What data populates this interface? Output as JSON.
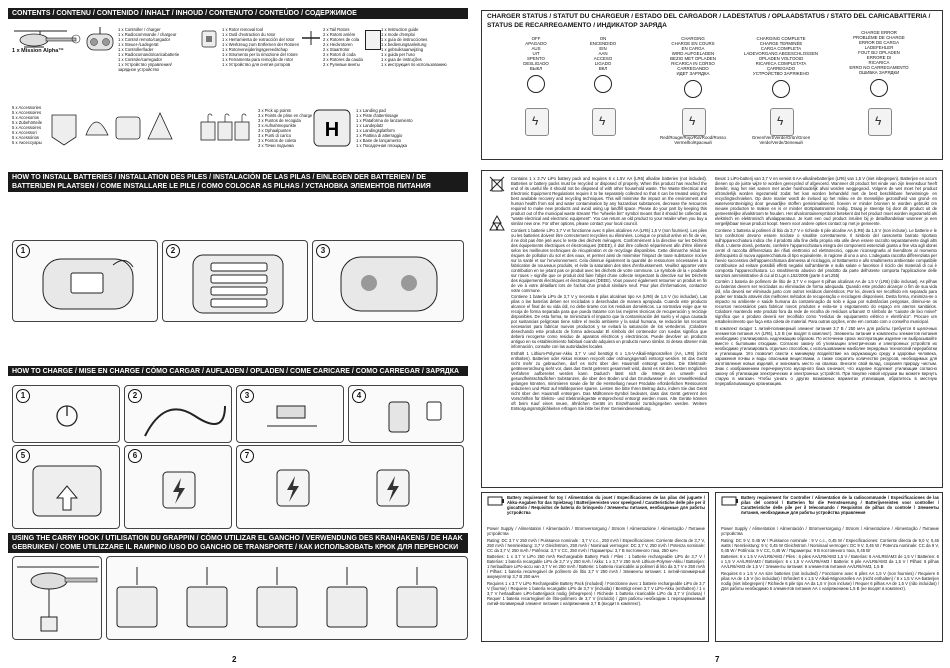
{
  "left": {
    "contents_header": "CONTENTS / CONTENU / CONTENIDO / INHALT / INHOUD / CONTENUTO / CONTEÚDO / СОДЕРЖИМОЕ",
    "heli_label": "1 x Mission Alpha™",
    "contents_col1": [
      "1 x Controller / charger",
      "1 x Radiocommande / chargeur",
      "1 x Control remoto/cargador",
      "1 x Steuer-/Ladegerät",
      "1 x Controller/lader",
      "1 x Radiocomando/caricabatterie",
      "1 x Controle/carregador",
      "1 x Устройство управления/",
      "зарядное устройство"
    ],
    "contents_col2": [
      "1 x Rotor removal tool",
      "1 x Outil d'extraction du rotor",
      "1 x Herramienta de extracción del rotor",
      "1 x Werkzeug zum Entfernen der Rotoren",
      "1 x Rotorverwijderingsgereedschap",
      "1 x Strumento per la rimozione del rotore",
      "1 x Ferramenta para remoção de rotor",
      "1 x Устройство для снятия роторов"
    ],
    "contents_col3": [
      "2 x Tail Rotors",
      "2 x Rotors arrière",
      "2 x Rotores de cola",
      "2 x Heckrotoren",
      "2 x Staartrotor",
      "2 x Rotori di coda",
      "2 x Rotores da cauda",
      "2 x Рулевые винты"
    ],
    "contents_col4": [
      "1 x Instruction guide",
      "1 x mode d'emploi",
      "1 x guía de instrucciones",
      "1 x bedienungsanleitung",
      "1 x gebruiksaanwijzing",
      "1 x guida per l'uso",
      "1 x guia de instruções",
      "1 x инструкция по использованию"
    ],
    "accessories": [
      "5 x Accessories",
      "5 x Accessoires",
      "5 x Accesorios",
      "5 x Zubehörteile",
      "5 x Accessoires",
      "5 x Accessori",
      "5 x Acessórios",
      "5 x Аксессуары"
    ],
    "pickup": [
      "3 x Pick up points",
      "3 x Points de prise en charge",
      "3 x Puntos de recogida",
      "3 x Aufnahmepunkte",
      "3 x Ophaalpunten",
      "3 x Punti di carico",
      "3 x Pontos de coleta",
      "3 x Точки подъема"
    ],
    "landing": [
      "1 x Landing pad",
      "1 x Piste d'atterrissage",
      "1 x Plataforma de lanzamiento",
      "1 x Landeplatz",
      "1 x Landingsplatform",
      "1 x Piattina di atterraggio",
      "1 x Base de lançamento",
      "1 x Посадочная площадка"
    ],
    "batteries_header": "HOW TO INSTALL BATTERIES / INSTALLATION DES PILES / INSTALACIÓN DE LAS PILAS / EINLEGEN DER BATTERIEN / DE BATTERIJEN PLAATSEN / COME INSTALLARE LE PILE / COMO COLOCAR AS PILHAS / УСТАНОВКА ЭЛЕМЕНТОВ ПИТАНИЯ",
    "charge_header": "HOW TO CHARGE / MISE EN CHARGE / CÓMO CARGAR / AUFLADEN / OPLADEN / COME CARICARE / COMO CARREGAR / ЗАРЯДКА ИГРУШКИ",
    "hook_header": "USING THE CARRY HOOK / UTILISATION DU GRAPPIN / CÓMO UTILIZAR EL GANCHO / VERWENDUNG DES KRANHAKENS / DE HAAK GEBRUIKEN / COME UTILIZZARE IL RAMPINO /USO DO GANCHO DE TRANSPORTE / КАК ИСПОЛЬЗОВАТЬ КРЮК ДЛЯ ПЕРЕНОСКИ",
    "step_numbers": [
      "1",
      "2",
      "3"
    ],
    "charge_steps": [
      "1",
      "2",
      "3",
      "4",
      "5",
      "6",
      "7"
    ],
    "page_number": "2"
  },
  "right": {
    "status_header": "CHARGER STATUS / STATUT DU CHARGEUR / ESTADO DEL CARGADOR / LADESTATUS / OPLAADSTATUS / STATO DEL CARICABATTERIA / STATUS DE RECARREGAMENTO / ИНДИКАТОР ЗАРЯДА",
    "status_off": [
      "OFF",
      "APAGADO",
      "AUS",
      "UIT",
      "SPENTO",
      "DESLIGADO",
      "ВЫКЛ"
    ],
    "status_on": [
      "ON",
      "ENCENDIDO",
      "EIN",
      "AAN",
      "ACCESO",
      "LIGADO",
      "ВКЛ"
    ],
    "status_charging": [
      "CHARGING",
      "CHARGE EN COURS",
      "EN CARGA",
      "WIRD AUFGELADEN",
      "BEZIG MET OPLADEN",
      "RICARICA IN CORSO",
      "CARREGANDO",
      "ИДЕТ ЗАРЯДКА"
    ],
    "status_complete": [
      "CHARGING COMPLETE",
      "CHARGE TERMINÉE",
      "CARGA COMPLETA",
      "LADEVORGANG ABGESCHLOSSEN",
      "OPLADEN VOLTOOID",
      "RICARICA COMPLETATA",
      "CARREGADO",
      "УСТРОЙСТВО ЗАРЯЖЕНО"
    ],
    "status_error": [
      "CHARGE ERROR",
      "PROBLÈME DE CHARGE",
      "ERROR DE CARGA",
      "LADEFEHLER",
      "FOUT BIJ OPLADEN",
      "ERRORE DI",
      "RICARICA",
      "ERRO NO CARREGAMENTO",
      "ОШИБКА ЗАРЯДКИ"
    ],
    "red_label": "Red/Rouge/Rojo/Rot/Rood/Rosso\nVermelho/Красный",
    "green_label": "Green/Vert/Verde/Grün/Groen\nVerde/Verde/Зеленый",
    "battery_text_left": [
      "Contains 1 x 3.7V LiPo battery pack and requires 6 x 1.5V AA (LR6) alkaline batteries (not included). Batteries or battery packs must be recycled or disposed of properly. When this product has reached the end of its useful life it should not be disposed of with other household waste. The Waste Electrical and Electronic Equipment Regulations require it to be separately collected so that it can be treated using the best available recovery and recycling techniques. This will minimise the impact on the environment and human health from soil and water contamination by any hazardous substances, decrease the resources required to make new products and avoid using up landfill space. Please do your part by keeping this product out of the municipal waste stream! The \"wheelie bin\" symbol means that it should be collected as \"waste electrical and electronic equipment\". You can return an old product to your retailer when you buy a similar new one. For other options, please contact your local council.",
      "Contient 1 batterie LiPo 3,7 V et fonctionne avec 6 piles alcalines AA (LR6) 1,5 V (non fournies). Les piles ou les batteries doivent être correctement recyclées ou éliminées. Lorsque ce produit arrive en fin de vie, il ne doit pas être jeté avec le reste des déchets ménagers. Conformément à la directive sur les Déchets des équipements électriques et électroniques (DEEE), il doit être collecté séparément afin d'être éliminé selon les meilleures techniques de récupération et de recyclage disponibles. Cette démarche réduit les risques de pollution du sol et des eaux, et permet ainsi de minimiser l'impact de toute substance nocive sur la santé et sur l'environnement. Cela diminue également la quantité de ressources nécessaires à la fabrication de nouveaux produits, et évite la saturation des sites d'enfouissement. Veuillez apporter votre contribution en ne jetant pas ce produit avec les déchets de votre commune. Le symbole de la « poubelle sur roues » signifie que ce produit doit faire l'objet d'une collecte respectant la directive sur les Déchets des équipements électriques et électroniques (DEEE). Vous pouvez également retourner un produit en fin de vie à votre détaillant lors de l'achat d'un produit similaire neuf. Pour plus d'informations, contactez votre commune.",
      "Contiene 1 batería LiPo de 3,7 V y necesita 6 pilas alcalinas tipo AA (LR6) de 1,5 V (no incluidas). Las pilas o las baterías deben ser recicladas o desechadas de manera apropiada. Cuando este producto alcance el final de su vida útil, no debe tirarse con los residuos domésticos. La normativa exige que se recoja de forma separada para que pueda tratarse con las mejores técnicas de recuperación y reciclaje disponibles. De esta forma, se minimizará el impacto que la contaminación del suelo y el agua causada por sustancias peligrosas tiene sobre el medio ambiente y la salud humana, se reducirán los recursos necesarios para fabricar nuevos productos y se evitará la saturación de los vertederos. ¡Colabore desechando este producto de forma adecuada! El símbolo del contenedor con ruedas significa que deberá recogerse como residuo de aparatos eléctricos y electrónicos. Puede devolver un producto antiguo en su establecimiento habitual cuando adquiera un producto nuevo similar. Si desea obtener más información, consulte con las autoridades locales.",
      "Enthält 1 Lithium-Polymer-Akku 3,7 V und benötigt 6 x 1,5-V-Alkali-Mignonzellen (AA, LR6) (nicht enthalten). Batterien oder Akkus müssen recycelt oder ordnungsgemäß entsorgt werden. Ist das Gerät nicht mehr zu gebrauchen, darf es nicht über den Hausmüll entsorgt werden. Die Elektroalt- geräteverordnung sieht vor, dass das Gerät getrennt gesammelt wird, damit es mit den besten möglichen Verfahren aufbereitet werden kann. Dadurch lässt sich die Menge an umwelt- und gesundheitsschädlichen Substanzen, die über den Boden und das Grundwasser in den Umweltkreislauf gelangen könnten, minimieren sowie die für die Herstellung neuer Produkte erforderlichen Ressourcen reduzieren und Platz auf Mülldeponien sparen. Leisten Sie bitte Ihren Beitrag dazu, indem Sie das Gerät nicht über den Hausmüll entsorgen. Das Mülltonnen-Symbol bedeutet, dass das Gerät getrennt den Vorschriften für Elektro- und Elektronikgeräte entsprechend entsorgt werden muss. Alte Geräte können oft beim Kauf eines neuen, ähnlichen Geräts im Einzelhandel zurückgegeben werden. Weitere Entsorgungsmöglichkeiten erfragen Sie bitte bei Ihrer Gemeindeverwaltung."
    ],
    "battery_text_right": [
      "Bevat 1 LiPo-batterij van 3,7 V en vereist 6 AA-alkalinebatterijen (LR6) van 1,5 V (niet inbegrepen). Batterijen en accu's dienen op de juiste wijze te worden gerecycled of afgevoerd. Wanneer dit product het einde van zijn levensduur heeft bereikt, mag het niet samen met ander huishoudelijk afval worden weggegooid. Volgens de wet moet het product afzonderlijk worden ingezameld zodat het kan worden behandeld met de best beschikbare herwinnings- en recyclingtechnieken. Op deze manier wordt de invloed op het milieu en de menselijke gezondheid van grond- en waterverontreiniging door gevaarlijke stoffen geminimaliseerd, hoeven er minder bronnen te worden gebruikt om nieuwe producten te maken en is er minder stortplaatsruimte nodig. Draag je steentje bij door dit product uit de gemeentelijke afvalstroom te houden. Het afvalcontainersymbool betekent dat het product moet worden ingezameld als elektrisch en elektronisch afvalapparatuur. Je kunt een oud product inruilen bij je detailhandelaar wanneer je een vergelijkbaar nieuw product koopt. Neem voor andere opties contact op met je gemeente.",
      "Contiene 1 batteria ai polimeri di litio da 3,7 V e richiede 6 pile alcaline AA (LR6) da 1,5 V (non incluse). Le batterie e le loro confezioni devono essere riciclate o smaltite correttamente. Il simbolo del cassonetto barrato riportato sull'apparecchiatura indica che il prodotto alla fine della propria vita utile deve essere raccolto separatamente dagli altri rifiuti. L'utente dovrà, pertanto, conferire l'apparecchiatura integra dei componenti essenziali giunta a fine vita agli idonei centri di raccolta differenziata dei rifiuti elettronici ed elettrotecnici, oppure riconsegnarla al rivenditore al momento dell'acquisto di nuova apparecchiatura di tipo equivalente, in ragione di uno a uno. L'adeguata raccolta differenziata per l'avvio successivo dell'apparecchiatura dismessa al riciclaggio, al trattamento e allo smaltimento ambientale compatibile contribuisce ad evitare possibili effetti negativi sull'ambiente e sulla salute e favorisce il riciclo dei materiali di cui è composta l'apparecchiatura. Lo smaltimento abusivo del prodotto da parte dell'utente comporta l'applicazione delle sanzioni amministrative di cui al D.Lgs n.152/2006 (parte 4 art.255)",
      "Contém 1 bateria de polímero de lítio de 3,7 V e requer 6 pilhas alcalinas AA de 1,5 V (LR6) (não inclusas). As pilhas ou baterias devem ser recicladas ou eliminadas de forma adequada. Quando este produto alcançar o fim de sua vida útil, não deverá ser eliminado junto com outros resíduos domésticos. Por lei, deverá ser recolhido em separado para poder ser tratado através dos melhores métodos de recuperação e reciclagem disponíveis. Desta forma, minimiza-se o impacto no ambiente e saúde humana da contaminação do solo e água por substâncias perigosas, diminui-se os recursos necessários para fabricar novos produtos e evita-se o esgotamento do espaço em aterros sanitários. Colabore mantendo este produto fora da rede de recolha de resíduos urbanos! O símbolo de \"caixote de lixo móvel\" significa que o produto deverá ser recolhido como \"resíduo de equipamento elétrico e eletrônico\". Procure um estabelecimento que faça esta coleta de material. Para outras opções, entre em contato com o conselho municipal.",
      "В комплект входит 1 литий-полимерный элемент питания 3,7 В / 250 мАч для работы требуется 6 щелочных элементов питания АА (LR6), 1,5 В (не входят в комплект). Элементы питания и комплекты элементов питания необходимо утилизировать надлежащим образом. По истечении срока эксплуатации изделие не выбрасывайте вместе с бытовыми отходами. Согласно закону об утилизации электрических и электронных устройств их необходимо утилизировать отдельно способом, с использованием наиболее передовых технологий переработки и утилизации. Это позволит свести к минимуму воздействие на окружающую среду и здоровье человека, заражения почвы и воды опасными веществами, а также сократить количество ресурсов, необходимых для изготовления новых изделий, и экономить место на свалках. Внесите свой вклад, сохраняя природу чистым. Знак с изображением перечеркнутого мусорного бака означает, что изделие подлежит утилизации согласно закону об утилизации электрических и электронных устройств. При покупке новой игрушки вы можете вернуть старую в магазин. Чтобы узнать о других возможных вариантах утилизации, обратитесь в местную перерабатывающую организацию."
    ],
    "req_heli_title": "Battery requirement for toy / Alimentation du jouet / Especificaciones de las pilas del juguete / Akku-Angaben für das Spielzeug / Batterijvereisten voor speelgoed / Caratteristiche delle pile per il giocattolo / Requisitos de bateria do brinquedo / Элементы питания, необходимые для работы устройства",
    "req_heli_lines": [
      "Power Supply / Alimentation / Alimentación / Stromversorgung / Stroom / Alimentazione / Alimentação / Питание устройства",
      "Rating: DC 3.7 V 250 mAh / Puissance nominale : 3,7 V c.c., 250 mAh / Especificaciones: Corriente directa de 3,7 V, 250 mAh / Nennleistung: 3,7 V Gleichstrom, 250 mAh / Nominaal vermogen: DC 3,7 V, 250 mAh / Potenza nominale: CC da 3,7 V, 250 mAh / Potência: 3,7 V CC, 250 mAh / Параметры: 3,7 В постоянного тока, 250 мАч",
      "Batteries: 1 x 3.7 V LiPo 250 mAh Rechargeable Battery Pack / Piles : 1 batterie rechargeable LiPo de 3,7 V / Baterías: 1 batería recargable LiPo de 3,7 V y 250 mAh / Akku: 1 x 3,7 V 250 mAh Lithium-Polymer-Akku / Batterijen: 1 herlaadbare LiPo-accu van 3,7 V en 250 mAh / Batterie: 1 batteria ricaricabile ai polimeri di litio da 3,7 V e 250 mAh / Pilhas: 1 bateria recarregável de polímero de lítio 3,7 V 250 mAh / Элементы питания: 1 литий-полимерный аккумулятор 3,7 В 250 мАч",
      "Requires 1 x 3.7 V LiPo Rechargeable Battery Pack (included) / Fonctionne avec 1 batterie rechargeable LiPo de 3,7 V (fournie) / Requiere 1 batería recargable LiPo de 3,7 V (incluida) / Benötigt einen 3,7 V LiPo-Akku (enthalten) / 1 x 3,7 V herlaadbare LiPo-batterijpack nodig (inbegrepen) / Richiede 1 batteria ricaricabile LiPo da 3,7 V (inclusa) / Requer 1 bateria recarregável de lítio-polímero de 3,7 V (incluído) / Для работы необходим 1 перезаряжаемый литий-полимерный элемент питания с напряжением 3,7 В (входит в комплект)."
    ],
    "req_ctrl_title": "Battery requirement for Controller / Alimentation de la radiocommande / Especificaciones de las pilas del control / Batterien für die Fernsteuerung / Batterijvereisten voor controller / Caratteristiche delle pile per il telecomando / Requisitos de pilhas do controle / Элементы питания, необходимые для работы устройства управления",
    "req_ctrl_lines": [
      "Power Supply / Alimentation / Alimentación / Stromversorgung / Stroom / Alimentazione / Alimentação / Питание устройства",
      "Rating: DC 9 V, 0.45 W / Puissance nominale : 9 V c.c., 0,45 W / Especificaciones: Corriente directa de 9,0 V, 0,45 watts / Nennleistung: 9 V, 0,45 W Gleichstrom / Nominaal vermogen: DC 9 V, 0,45 W / Potenza nominale: CC da 9 V, 0,45 W / Potência: 9 V CC, 0,45 W / Параметры: 9 В постоянного тока, 0,45 Вт",
      "Batteries: 6 x 1.5 V AA/LR6/AM3 / Piles : 6 piles AA/LR6/AM3 1,5 V / Baterías: 6 AA/LR6/AM3 de 1,5 V / Batterien: 6 x 1,5 V AA/LR6/AM3 / Batterijen: 6 x 1,5 V AA/LR6/AM3 / Batterie: 6 pile AA/LR6/AM3 da 1,5 V / Pilhas: 6 pilhas AA/LR6/AM3 de 1,5 V / Элементы питания: 6 элементов питания AA/LR6/AM3, 1,5 В",
      "Requires 6 x 1.5 V AA size batteries (not included) / Fonctionne avec 6 piles AA 1,5 V (non fournies) / Requiere 6 pilas AA de 1,5 V (no incluidas) / Erfordert 6 x 1,5 V Alkali-Mignonzellen AA (nicht enthalten) / 6 x 1,5 V AA-batterijen nodig (niet inbegrepen) / Richiede 6 pile tipo AA da 1,5 V (non incluse) / Requer 6 pilhas AA de 1,5 V (não incluídas) / Для работы необходимо 6 элементов питания АА с напряжением 1,5 В (не входят в комплект)."
    ],
    "page_number": "7"
  }
}
